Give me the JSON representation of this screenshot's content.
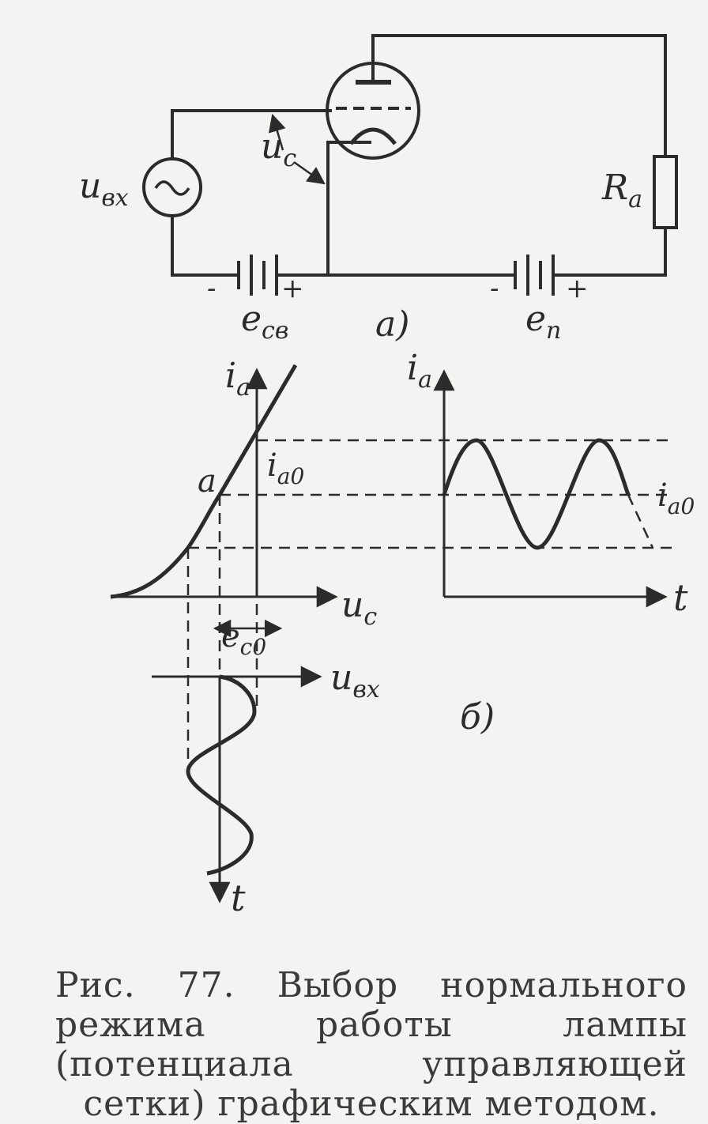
{
  "labels": {
    "u_in": "u",
    "u_in_sub": "вх",
    "u_c": "u",
    "u_c_sub": "c",
    "R_a": "R",
    "R_a_sub": "a",
    "e_cv": "e",
    "e_cv_sub": "св",
    "e_p": "e",
    "e_p_sub": "п",
    "minus": "-",
    "plus": "+",
    "part_a": "a)",
    "part_b": "б)",
    "i_a": "i",
    "i_a_sub": "a",
    "i_a0": "i",
    "i_a0_sub": "a0",
    "point_a": "a",
    "e_c0": "e",
    "e_c0_sub": "c0",
    "t": "t"
  },
  "caption": "Рис. 77. Выбор нормального режима работы лампы (потенциала управляющей сетки) графическим методом."
}
